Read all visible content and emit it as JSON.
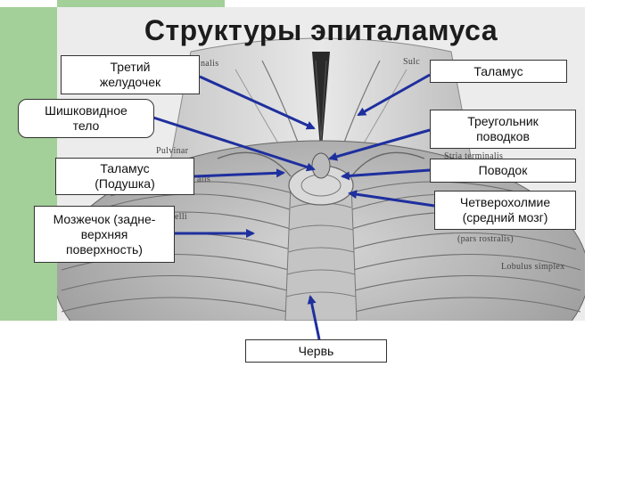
{
  "title": "Структуры эпиталамуса",
  "labels": {
    "third_ventricle": "Третий\nжелудочек",
    "thalamus": "Таламус",
    "pineal_body": "Шишковидное\nтело",
    "habenular_triangle": "Треугольник\nповодков",
    "thalamus_pulvinar": "Таламус\n(Подушка)",
    "habenula": "Поводок",
    "cerebellum": "Мозжечок (задне-\nверхняя\nповерхность)",
    "quadrigemina": "Четверохолмие\n(средний мозг)",
    "vermis": "Червь"
  },
  "latin_labels": {
    "sulcus": "Sulc",
    "stria_terminalis": "Stria terminalis",
    "pulvinar": "Pulvinar",
    "pars_rostralis": "(pars rostralis)",
    "lobulus_simplex": "Lobulus simplex",
    "nalis": "nalis",
    "alis": "alis",
    "elli": "elli"
  },
  "colors": {
    "arrow": "#1e2f9e",
    "green_band": "#a3cf98"
  }
}
